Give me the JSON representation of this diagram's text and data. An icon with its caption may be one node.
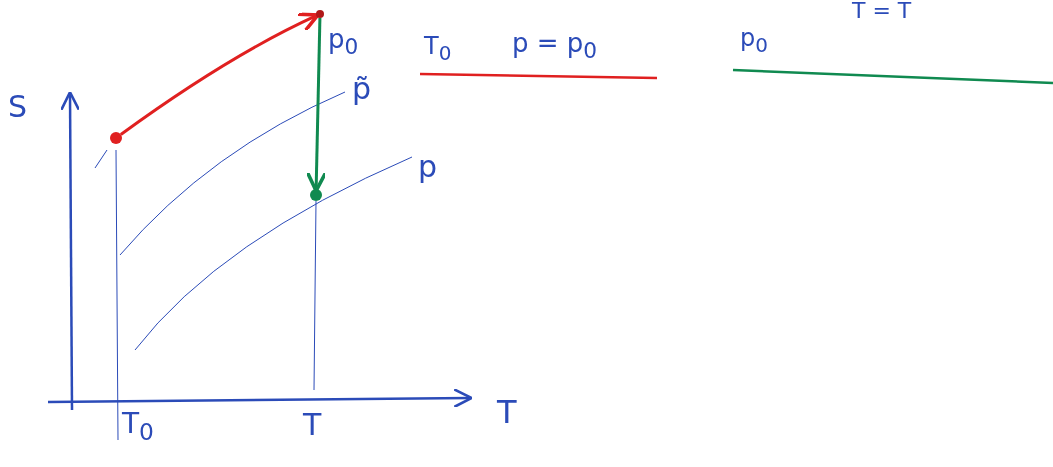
{
  "diagram": {
    "nodes": [
      {
        "text": [],
        "shape": "circle"
      },
      {
        "text": [],
        "shape": "circle",
        "beside": [
          "p$_{0}$"
        ]
      },
      {
        "text": [],
        "shape": "circle"
      }
    ],
    "edges": [
      {
        "from": 0,
        "to": 1,
        "arrow": "to",
        "color": "#e02020"
      },
      {
        "from": 1,
        "to": 2,
        "arrow": "to",
        "color": "#108a50"
      }
    ],
    "labels": [
      "S",
      "p̃",
      "p",
      "T$_{0}$",
      "T",
      "T",
      "T$_{0}$",
      "p = p$_{0}$",
      "p$_{0}$",
      "T = T"
    ]
  }
}
